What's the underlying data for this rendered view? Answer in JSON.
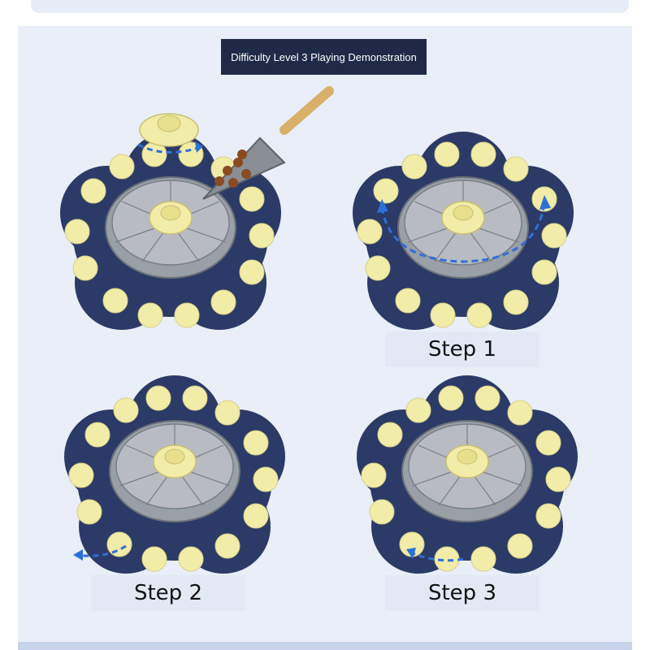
{
  "title": "Difficulty Level 3 Playing Demonstration",
  "steps": [
    {
      "label": "Step 1"
    },
    {
      "label": "Step 2"
    },
    {
      "label": "Step 3"
    }
  ],
  "colors": {
    "navy": "#2b3a66",
    "cream": "#f1eca8",
    "arrow": "#2f6fd8",
    "panel": "#e9eef8",
    "title_bg": "#1f2a48"
  },
  "icons": [
    "flower-feeder-icon",
    "scoop-icon",
    "rotate-arrow-icon"
  ]
}
